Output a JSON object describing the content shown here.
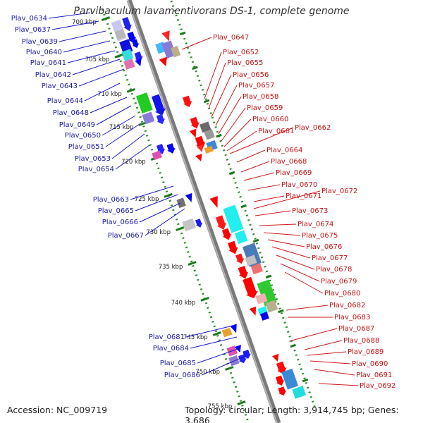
{
  "title": "Parvibaculum lavamentivorans DS-1, complete genome",
  "footer": {
    "accession": "Accession: NC_009719",
    "topology": "Topology: circular; Length: 3,914,745 bp; Genes: 3,686"
  },
  "ticks": [
    "700 kbp",
    "705 kbp",
    "710 kbp",
    "715 kbp",
    "720 kbp",
    "725 kbp",
    "730 kbp",
    "735 kbp",
    "740 kbp",
    "745 kbp",
    "750 kbp",
    "755 kbp"
  ],
  "left_labels": [
    "Plav_0634",
    "Plav_0637",
    "Plav_0639",
    "Plav_0640",
    "Plav_0641",
    "Plav_0642",
    "Plav_0643",
    "Plav_0644",
    "Plav_0648",
    "Plav_0649",
    "Plav_0650",
    "Plav_0651",
    "Plav_0653",
    "Plav_0654",
    "Plav_0663",
    "Plav_0665",
    "Plav_0666",
    "Plav_0667",
    "Plav_0681",
    "Plav_0684",
    "Plav_0685",
    "Plav_0686"
  ],
  "right_labels": [
    "Plav_0647",
    "Plav_0652",
    "Plav_0655",
    "Plav_0656",
    "Plav_0657",
    "Plav_0658",
    "Plav_0659",
    "Plav_0660",
    "Plav_0661",
    "Plav_0662",
    "Plav_0664",
    "Plav_0668",
    "Plav_0669",
    "Plav_0670",
    "Plav_0671",
    "Plav_0672",
    "Plav_0673",
    "Plav_0674",
    "Plav_0675",
    "Plav_0676",
    "Plav_0677",
    "Plav_0678",
    "Plav_0679",
    "Plav_0680",
    "Plav_0682",
    "Plav_0683",
    "Plav_0687",
    "Plav_0688",
    "Plav_0689",
    "Plav_0690",
    "Plav_0691",
    "Plav_0692"
  ],
  "colors": {
    "forward_strand": "#ff0000",
    "reverse_strand": "#0000ff",
    "backbone": "#999999",
    "dotted_axis": "#2e8b2e"
  }
}
